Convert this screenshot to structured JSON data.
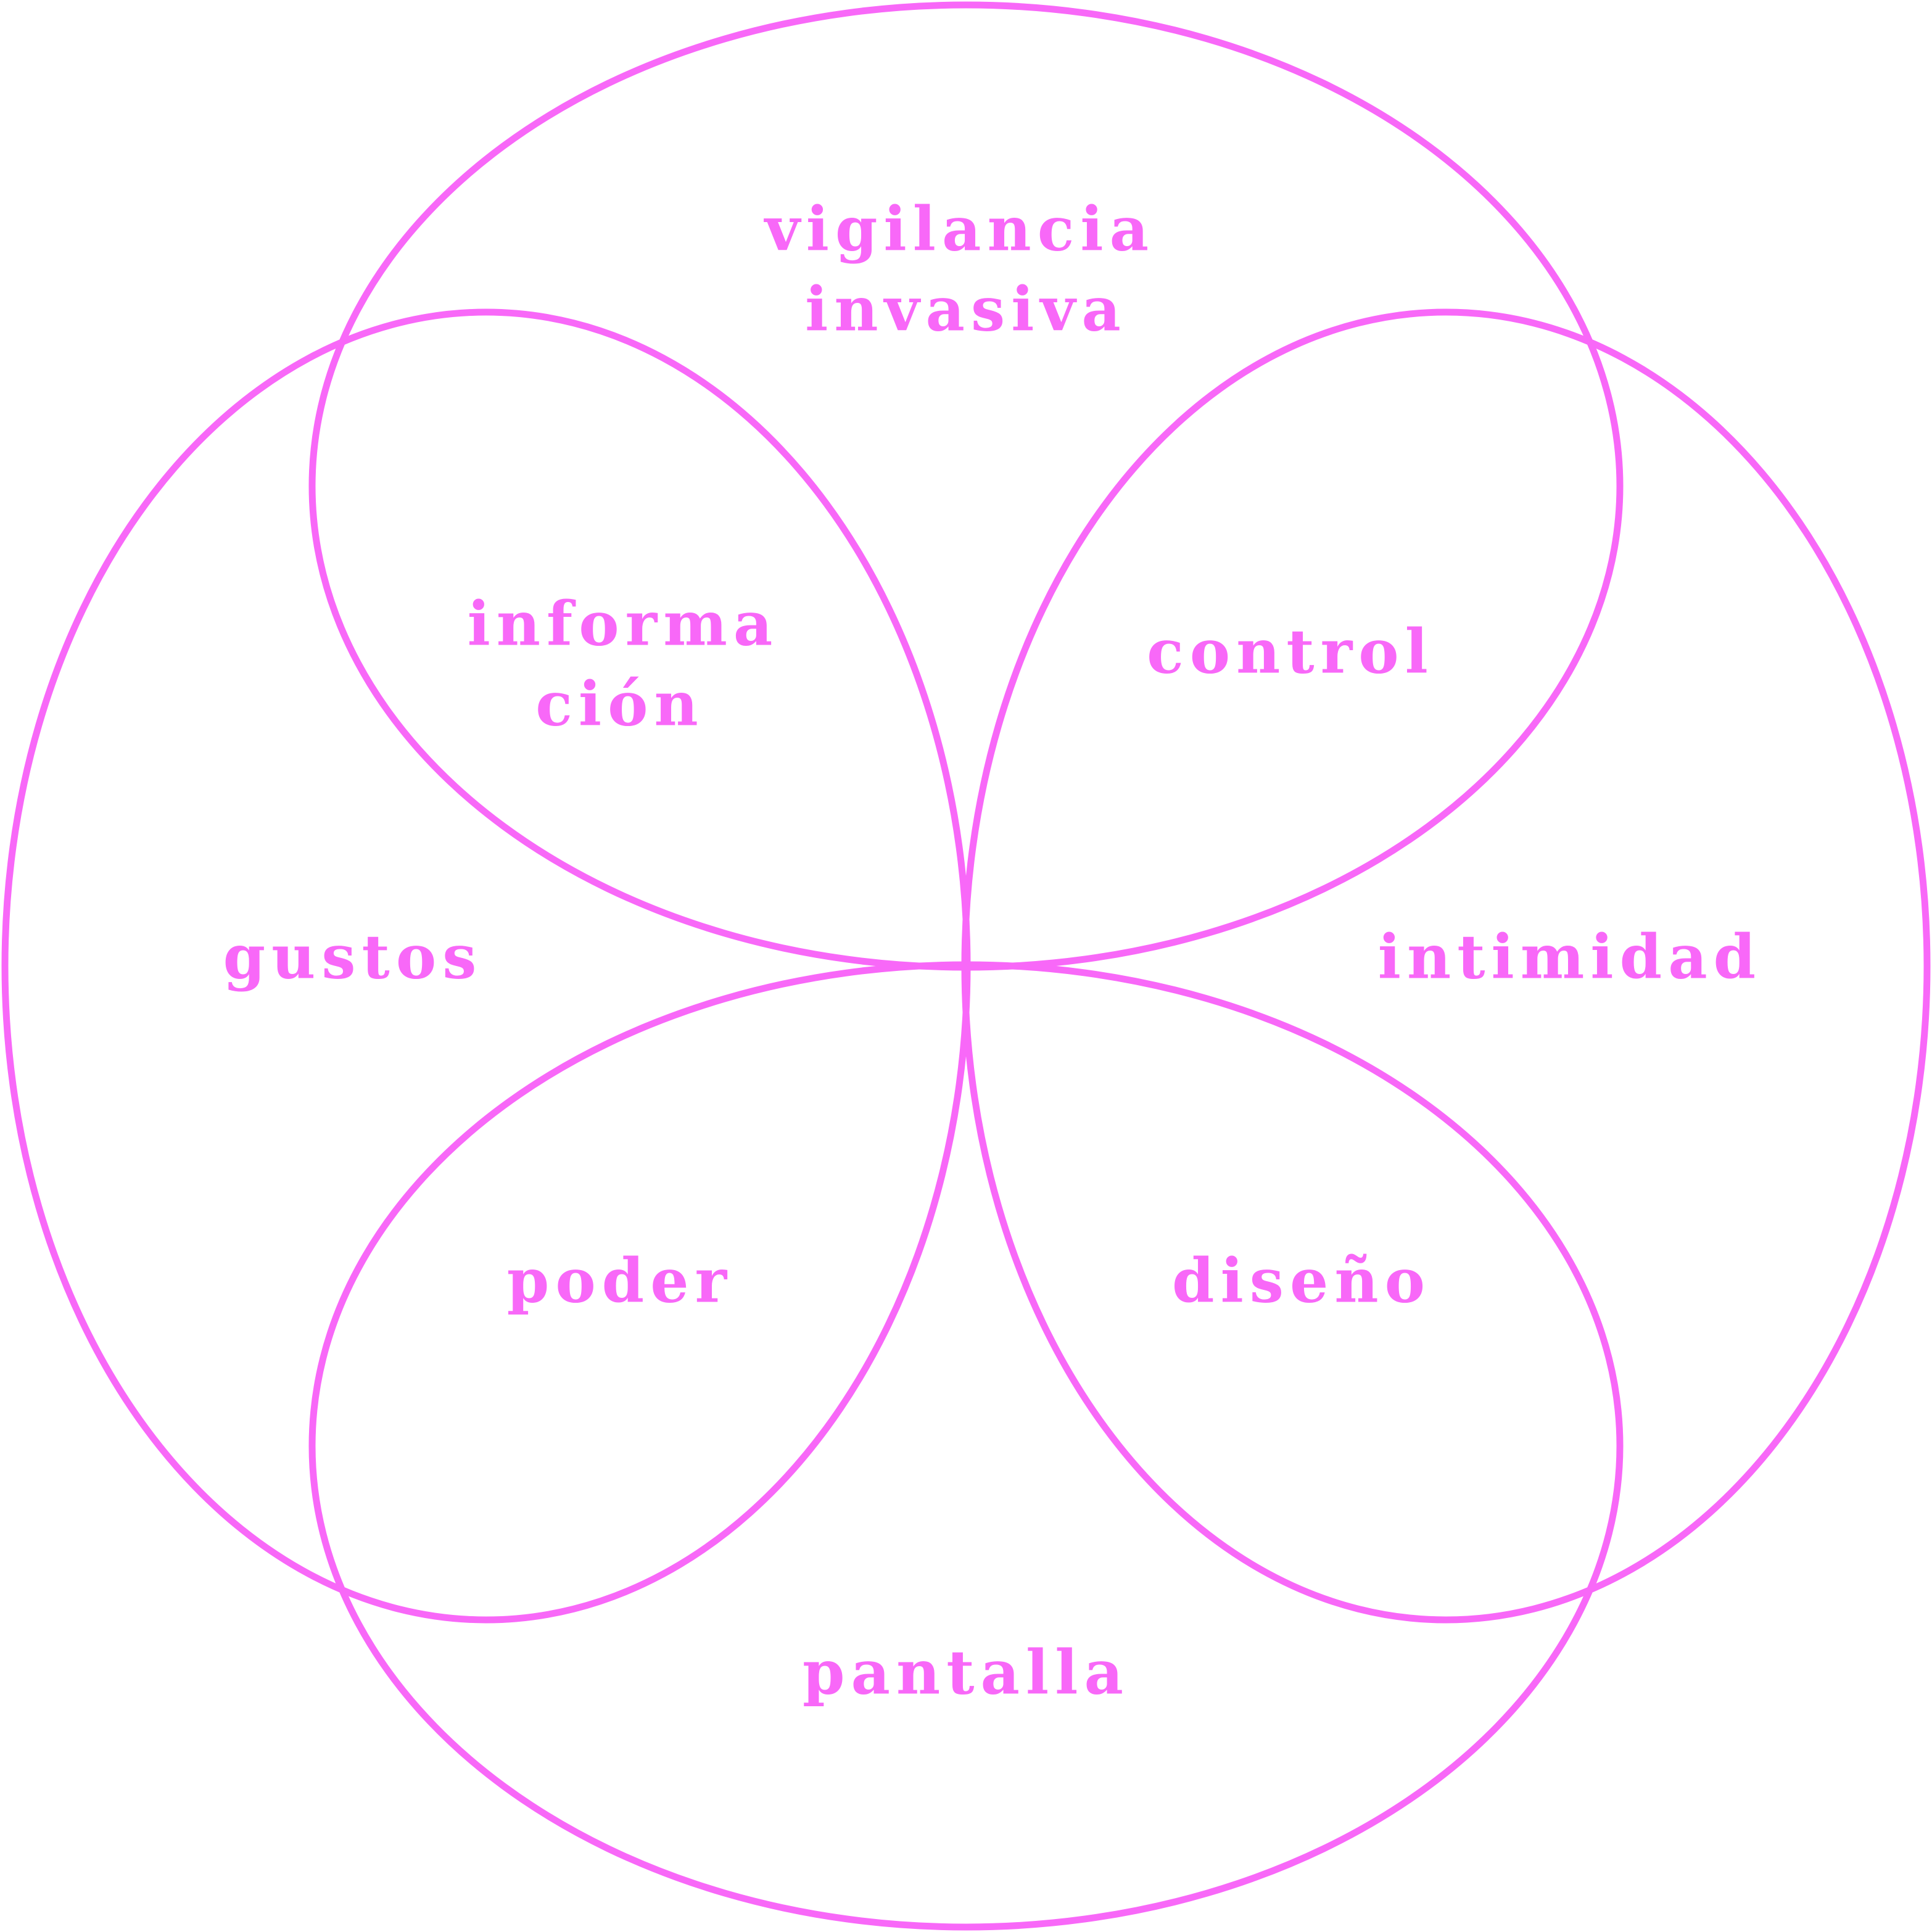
{
  "colors": {
    "stroke": "#f868f8",
    "text": "#f868f8",
    "background": "#ffffff"
  },
  "labels": {
    "vigilancia_line1": "vigilancia",
    "vigilancia_line2": "invasiva",
    "informacion_line1": "informa",
    "informacion_line2": "ción",
    "control": "control",
    "gustos": "gustos",
    "intimidad": "intimidad",
    "poder": "poder",
    "diseno": "diseño",
    "pantalla": "pantalla"
  }
}
